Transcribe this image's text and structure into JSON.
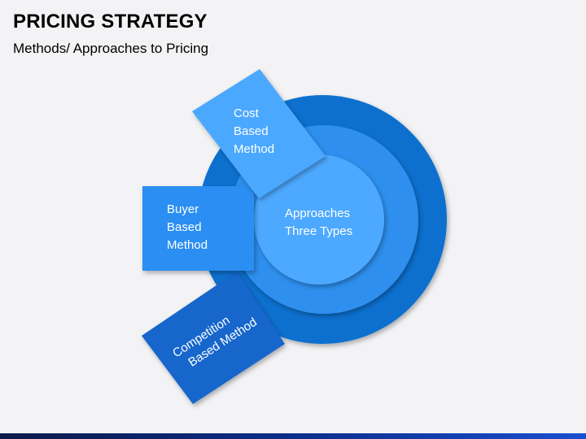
{
  "header": {
    "title": "PRICING STRATEGY",
    "subtitle": "Methods/ Approaches to Pricing"
  },
  "diagram": {
    "center": {
      "line1": "Approaches",
      "line2": "Three Types"
    },
    "methods": {
      "cost": [
        "Cost",
        "Based",
        "Method"
      ],
      "buyer": [
        "Buyer",
        "Based",
        "Method"
      ],
      "competition": [
        "Competition",
        "Based Method"
      ]
    }
  },
  "colors": {
    "outer_ring": "#0f6fcf",
    "middle_ring": "#2d8fee",
    "inner_circle": "#4ea9ff",
    "cost_box": "#4ca8ff",
    "buyer_box": "#2a8ef2",
    "competition_box": "#1366cc",
    "bottom_bar": "#0b2e8a"
  }
}
